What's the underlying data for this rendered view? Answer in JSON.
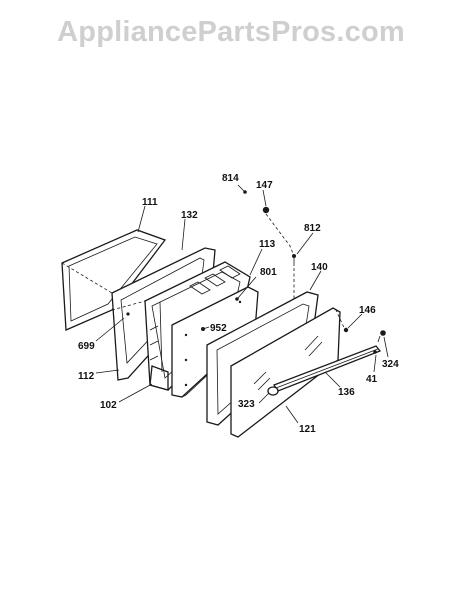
{
  "watermark": {
    "text": "AppliancePartsPros.com"
  },
  "callouts": {
    "c111": "111",
    "c132": "132",
    "c113": "113",
    "c801": "801",
    "c814": "814",
    "c147": "147",
    "c812": "812",
    "c140": "140",
    "c146": "146",
    "c324": "324",
    "c41": "41",
    "c136": "136",
    "c121": "121",
    "c323": "323",
    "c952": "952",
    "c699": "699",
    "c112": "112",
    "c102": "102"
  },
  "colors": {
    "ink": "#1a1a1a",
    "watermark": "#cfcfcf",
    "background": "#ffffff"
  }
}
